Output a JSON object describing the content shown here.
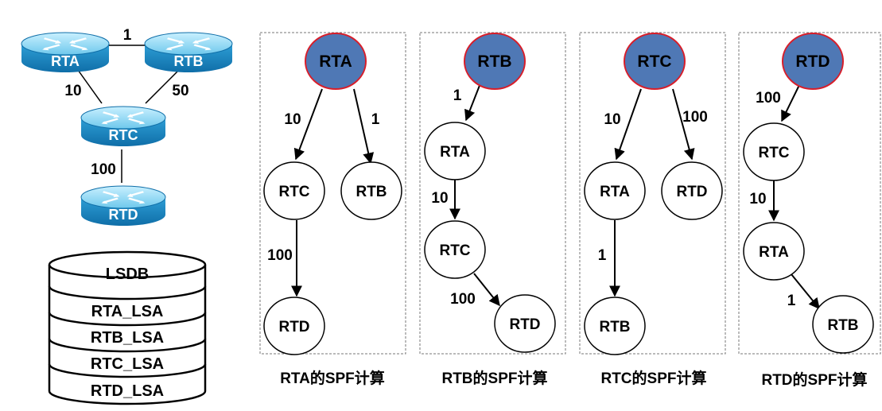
{
  "topology": {
    "routers": [
      "RTA",
      "RTB",
      "RTC",
      "RTD"
    ],
    "links": [
      {
        "from": "RTA",
        "to": "RTB",
        "cost": "1"
      },
      {
        "from": "RTA",
        "to": "RTC",
        "cost": "10"
      },
      {
        "from": "RTB",
        "to": "RTC",
        "cost": "50"
      },
      {
        "from": "RTC",
        "to": "RTD",
        "cost": "100"
      }
    ]
  },
  "lsdb": {
    "title": "LSDB",
    "entries": [
      "RTA_LSA",
      "RTB_LSA",
      "RTC_LSA",
      "RTD_LSA"
    ]
  },
  "spf_trees": [
    {
      "root": "RTA",
      "caption": "RTA的SPF计算",
      "nodes": [
        "RTC",
        "RTB",
        "RTD"
      ],
      "edges": [
        {
          "from": "RTA",
          "to": "RTC",
          "cost": "10"
        },
        {
          "from": "RTA",
          "to": "RTB",
          "cost": "1"
        },
        {
          "from": "RTC",
          "to": "RTD",
          "cost": "100"
        }
      ]
    },
    {
      "root": "RTB",
      "caption": "RTB的SPF计算",
      "nodes": [
        "RTA",
        "RTC",
        "RTD"
      ],
      "edges": [
        {
          "from": "RTB",
          "to": "RTA",
          "cost": "1"
        },
        {
          "from": "RTA",
          "to": "RTC",
          "cost": "10"
        },
        {
          "from": "RTC",
          "to": "RTD",
          "cost": "100"
        }
      ]
    },
    {
      "root": "RTC",
      "caption": "RTC的SPF计算",
      "nodes": [
        "RTA",
        "RTD",
        "RTB"
      ],
      "edges": [
        {
          "from": "RTC",
          "to": "RTA",
          "cost": "10"
        },
        {
          "from": "RTC",
          "to": "RTD",
          "cost": "100"
        },
        {
          "from": "RTA",
          "to": "RTB",
          "cost": "1"
        }
      ]
    },
    {
      "root": "RTD",
      "caption": "RTD的SPF计算",
      "nodes": [
        "RTC",
        "RTA",
        "RTB"
      ],
      "edges": [
        {
          "from": "RTD",
          "to": "RTC",
          "cost": "100"
        },
        {
          "from": "RTC",
          "to": "RTA",
          "cost": "10"
        },
        {
          "from": "RTA",
          "to": "RTB",
          "cost": "1"
        }
      ]
    }
  ],
  "colors": {
    "root_fill": "#4f78b5",
    "root_stroke": "#d81e2a",
    "router_light": "#9fdcf2",
    "router_dark": "#1d8bc2",
    "box_border": "#777777"
  }
}
